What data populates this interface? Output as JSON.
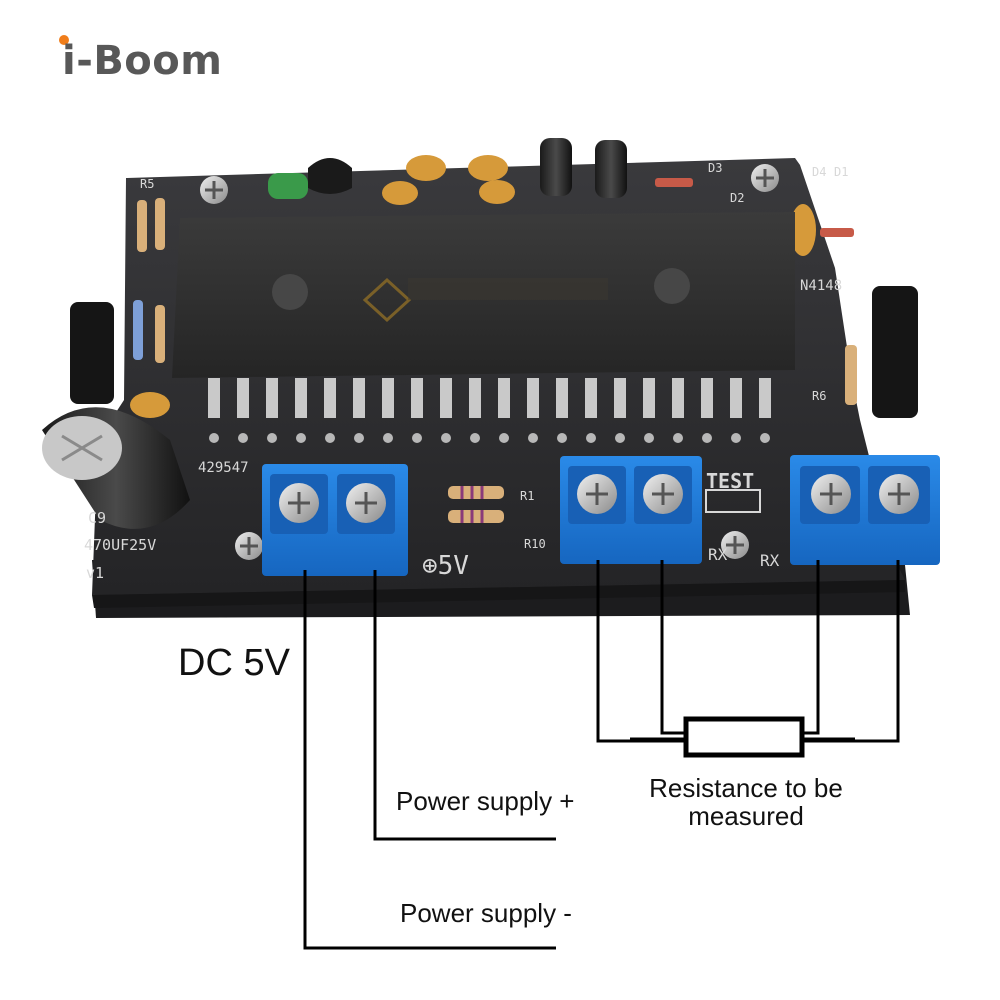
{
  "brand": {
    "name": "i-Boom",
    "accent_color": "#f07d1a",
    "text_color": "#585858"
  },
  "labels": {
    "dc_voltage": "DC 5V",
    "power_plus": "Power supply +",
    "power_minus": "Power supply -",
    "resistance_line1": "Resistance to be",
    "resistance_line2": "measured"
  },
  "board_silkscreen": {
    "r5": "R5",
    "n4148": "N4148",
    "d3": "D3",
    "d2": "D2",
    "d4": "D4",
    "d1": "D1",
    "r6": "R6",
    "c9": "C9",
    "c9_value": "470UF25V",
    "version": "v1",
    "serial": "429547",
    "r1": "R1",
    "r10": "R10",
    "plus5v": "⊕5V",
    "test": "TEST",
    "rx1": "RX",
    "rx2": "RX"
  },
  "colors": {
    "pcb": "#2b2b2d",
    "terminal_blue": "#1f7bd6",
    "chip": "#2e2e2e",
    "wire": "#000000"
  }
}
